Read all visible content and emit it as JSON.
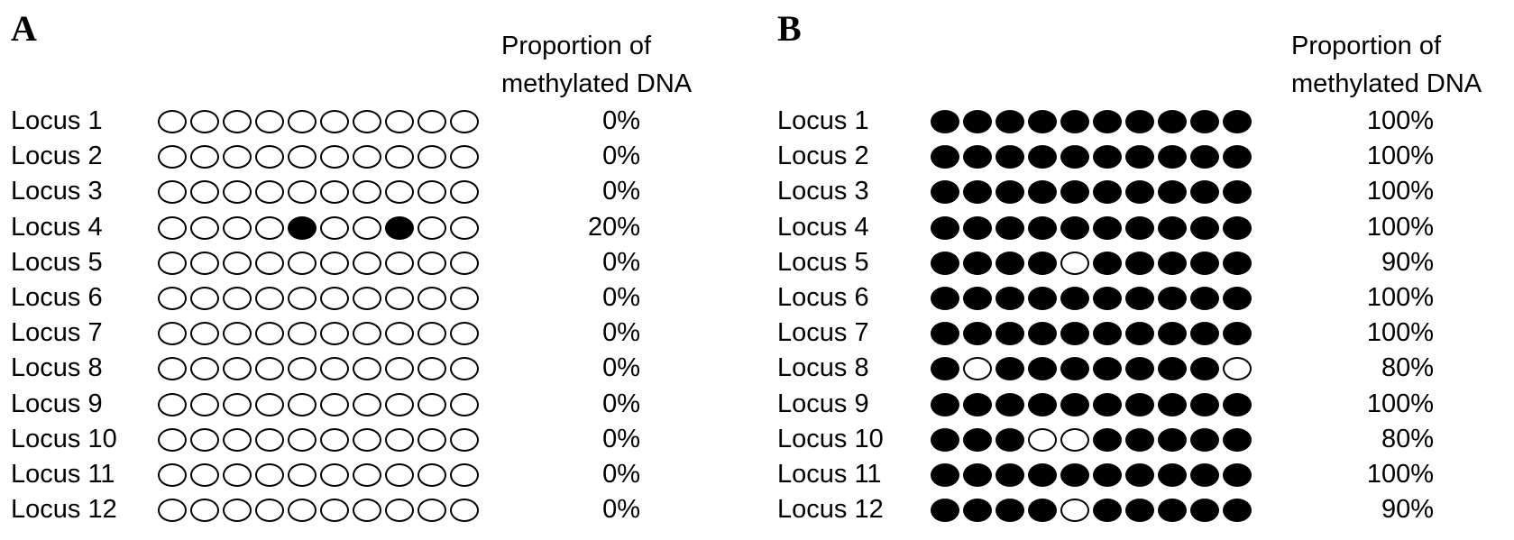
{
  "panels": [
    {
      "id": "a",
      "letter": "A",
      "header_line1": "Proportion of",
      "header_line2": "methylated DNA",
      "loci": [
        {
          "label": "Locus 1",
          "sites": [
            0,
            0,
            0,
            0,
            0,
            0,
            0,
            0,
            0,
            0
          ],
          "percent": "0%"
        },
        {
          "label": "Locus 2",
          "sites": [
            0,
            0,
            0,
            0,
            0,
            0,
            0,
            0,
            0,
            0
          ],
          "percent": "0%"
        },
        {
          "label": "Locus 3",
          "sites": [
            0,
            0,
            0,
            0,
            0,
            0,
            0,
            0,
            0,
            0
          ],
          "percent": "0%"
        },
        {
          "label": "Locus 4",
          "sites": [
            0,
            0,
            0,
            0,
            1,
            0,
            0,
            1,
            0,
            0
          ],
          "percent": "20%"
        },
        {
          "label": "Locus 5",
          "sites": [
            0,
            0,
            0,
            0,
            0,
            0,
            0,
            0,
            0,
            0
          ],
          "percent": "0%"
        },
        {
          "label": "Locus 6",
          "sites": [
            0,
            0,
            0,
            0,
            0,
            0,
            0,
            0,
            0,
            0
          ],
          "percent": "0%"
        },
        {
          "label": "Locus 7",
          "sites": [
            0,
            0,
            0,
            0,
            0,
            0,
            0,
            0,
            0,
            0
          ],
          "percent": "0%"
        },
        {
          "label": "Locus 8",
          "sites": [
            0,
            0,
            0,
            0,
            0,
            0,
            0,
            0,
            0,
            0
          ],
          "percent": "0%"
        },
        {
          "label": "Locus 9",
          "sites": [
            0,
            0,
            0,
            0,
            0,
            0,
            0,
            0,
            0,
            0
          ],
          "percent": "0%"
        },
        {
          "label": "Locus 10",
          "sites": [
            0,
            0,
            0,
            0,
            0,
            0,
            0,
            0,
            0,
            0
          ],
          "percent": "0%"
        },
        {
          "label": "Locus 11",
          "sites": [
            0,
            0,
            0,
            0,
            0,
            0,
            0,
            0,
            0,
            0
          ],
          "percent": "0%"
        },
        {
          "label": "Locus 12",
          "sites": [
            0,
            0,
            0,
            0,
            0,
            0,
            0,
            0,
            0,
            0
          ],
          "percent": "0%"
        }
      ]
    },
    {
      "id": "b",
      "letter": "B",
      "header_line1": "Proportion of",
      "header_line2": "methylated DNA",
      "loci": [
        {
          "label": "Locus 1",
          "sites": [
            1,
            1,
            1,
            1,
            1,
            1,
            1,
            1,
            1,
            1
          ],
          "percent": "100%"
        },
        {
          "label": "Locus 2",
          "sites": [
            1,
            1,
            1,
            1,
            1,
            1,
            1,
            1,
            1,
            1
          ],
          "percent": "100%"
        },
        {
          "label": "Locus 3",
          "sites": [
            1,
            1,
            1,
            1,
            1,
            1,
            1,
            1,
            1,
            1
          ],
          "percent": "100%"
        },
        {
          "label": "Locus 4",
          "sites": [
            1,
            1,
            1,
            1,
            1,
            1,
            1,
            1,
            1,
            1
          ],
          "percent": "100%"
        },
        {
          "label": "Locus 5",
          "sites": [
            1,
            1,
            1,
            1,
            0,
            1,
            1,
            1,
            1,
            1
          ],
          "percent": "90%"
        },
        {
          "label": "Locus 6",
          "sites": [
            1,
            1,
            1,
            1,
            1,
            1,
            1,
            1,
            1,
            1
          ],
          "percent": "100%"
        },
        {
          "label": "Locus 7",
          "sites": [
            1,
            1,
            1,
            1,
            1,
            1,
            1,
            1,
            1,
            1
          ],
          "percent": "100%"
        },
        {
          "label": "Locus 8",
          "sites": [
            1,
            0,
            1,
            1,
            1,
            1,
            1,
            1,
            1,
            0
          ],
          "percent": "80%"
        },
        {
          "label": "Locus 9",
          "sites": [
            1,
            1,
            1,
            1,
            1,
            1,
            1,
            1,
            1,
            1
          ],
          "percent": "100%"
        },
        {
          "label": "Locus 10",
          "sites": [
            1,
            1,
            1,
            0,
            0,
            1,
            1,
            1,
            1,
            1
          ],
          "percent": "80%"
        },
        {
          "label": "Locus 11",
          "sites": [
            1,
            1,
            1,
            1,
            1,
            1,
            1,
            1,
            1,
            1
          ],
          "percent": "100%"
        },
        {
          "label": "Locus 12",
          "sites": [
            1,
            1,
            1,
            1,
            0,
            1,
            1,
            1,
            1,
            1
          ],
          "percent": "90%"
        }
      ]
    }
  ],
  "colors": {
    "methylated": "#000000",
    "unmethylated": "#ffffff",
    "outline": "#000000"
  }
}
